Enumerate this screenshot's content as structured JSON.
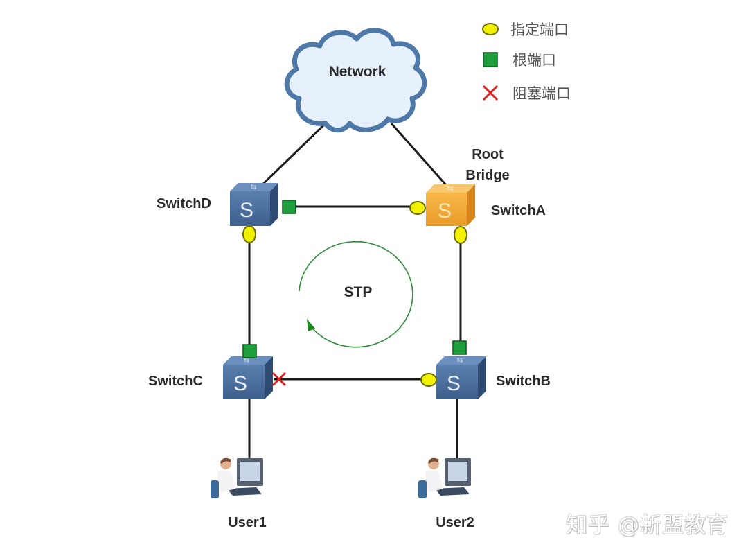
{
  "title": "STP network topology",
  "cloud": {
    "label": "Network"
  },
  "legend": [
    {
      "symbol": "yellow-ellipse",
      "label": "指定端口"
    },
    {
      "symbol": "green-square",
      "label": "根端口"
    },
    {
      "symbol": "red-x",
      "label": "阻塞端口"
    }
  ],
  "switches": {
    "d": {
      "label": "SwitchD",
      "glyph": "S"
    },
    "a": {
      "label": "SwitchA",
      "glyph": "S",
      "role_line1": "Root",
      "role_line2": "Bridge"
    },
    "c": {
      "label": "SwitchC",
      "glyph": "S"
    },
    "b": {
      "label": "SwitchB",
      "glyph": "S"
    }
  },
  "users": {
    "u1": {
      "label": "User1"
    },
    "u2": {
      "label": "User2"
    }
  },
  "loop": {
    "label": "STP"
  },
  "watermark": "知乎 @新盟教育",
  "colors": {
    "designated_port": "#f2f200",
    "root_port": "#1e9e3a",
    "blocked_port": "#e02020",
    "switch_blue": "#4a6e9c",
    "root_bridge_orange": "#f0a030",
    "cloud_fill": "#e6f0fa",
    "cloud_stroke": "#4d78a8",
    "loop_green": "#2e8b3a"
  }
}
